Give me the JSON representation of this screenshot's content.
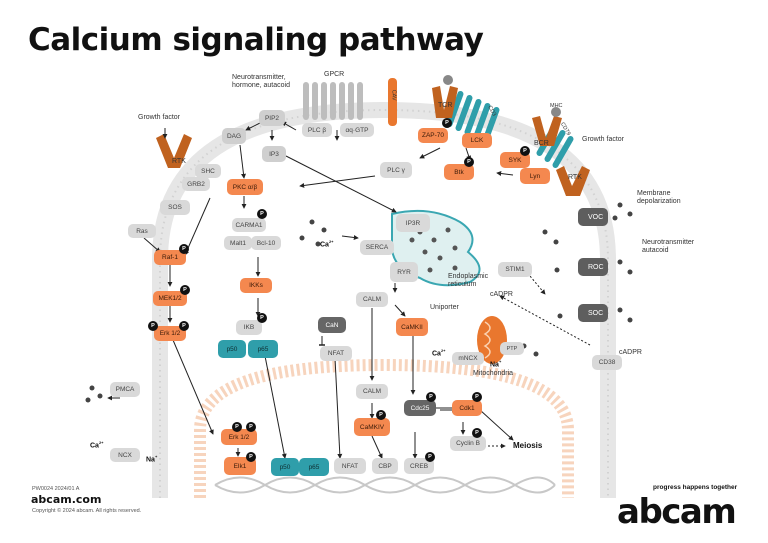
{
  "title": "Calcium signaling pathway",
  "footer": {
    "code": "PW0024 2024/01 A",
    "brand": "abcam.com",
    "copyright": "Copyright © 2024 abcam. All rights reserved.",
    "logo": "abcam",
    "tagline": "progress happens together"
  },
  "colors": {
    "orange": "#f4884f",
    "teal": "#2f9eaa",
    "grey": "#d9d9d9",
    "dark_grey": "#666666",
    "membrane": "#e9e9e9",
    "nucleus": "#f6cfb4"
  },
  "labels": {
    "neurotransmitter": "Neurotransmitter,\nhormone, autacoid",
    "gpcr": "GPCR",
    "growth_factor_left": "Growth factor",
    "growth_factor_right": "Growth factor",
    "mhc": "MHC",
    "membrane_depol": "Membrane\ndepolarization",
    "neurotransmitter_right": "Neurotransmitter\nautacoid",
    "er": "Endoplasmic\nreticulum",
    "uniporter": "Uniporter",
    "mitochondria": "Mitochondria",
    "cadpr_top": "cADPR",
    "cadpr_right": "cADPR",
    "meiosis": "Meiosis",
    "ca_left": "Ca",
    "ca_sup": "2+",
    "na": "Na",
    "na_sup": "+"
  },
  "nodes": {
    "dag": "DAG",
    "pip2": "PIP2",
    "ip3": "IP3",
    "plcb": "PLC β",
    "gaq": "αq·GTP",
    "rtk_left": "RTK",
    "shc": "SHC",
    "grb2": "GRB2",
    "sos": "SOS",
    "ras": "Ras",
    "raf1": "Raf-1",
    "mek": "MEK1/2",
    "erk_left": "Erk 1/2",
    "pkc": "PKC α/β",
    "carma1": "CARMA1",
    "malt1": "Malt1",
    "bcl10": "Bcl-10",
    "ikks": "IKKs",
    "ikb": "IKB",
    "p50_top": "p50",
    "p65_top": "p65",
    "cav": "CAV",
    "tcr": "TCR",
    "zap70": "ZAP-70",
    "lck": "LCK",
    "cd3": "CD3",
    "bcr": "BCR",
    "syk": "SYK",
    "lyn": "Lyn",
    "cd79": "CD79",
    "btk": "Btk",
    "plcg": "PLC γ",
    "rtk_right": "RTK",
    "ip3r": "IP3R",
    "serca": "SERCA",
    "ryr": "RYR",
    "stim1": "STIM1",
    "voc": "VOC",
    "roc": "ROC",
    "soc": "SOC",
    "cd38": "CD38",
    "calm_top": "CALM",
    "can": "CaN",
    "nfat_top": "NFAT",
    "camkii": "CaMKII",
    "ptp": "PTP",
    "mncx": "mNCX",
    "pmca": "PMCA",
    "ncx": "NCX",
    "calm_nuc": "CALM",
    "camkiv": "CaMKIV",
    "cdc25": "Cdc25",
    "cdk1": "Cdk1",
    "cyclinb": "Cyclin B",
    "erk_nuc": "Erk 1/2",
    "elk1": "Elk1",
    "p50_nuc": "p50",
    "p65_nuc": "p65",
    "nfat_nuc": "NFAT",
    "cbp": "CBP",
    "creb": "CREB",
    "phospho": "P"
  }
}
